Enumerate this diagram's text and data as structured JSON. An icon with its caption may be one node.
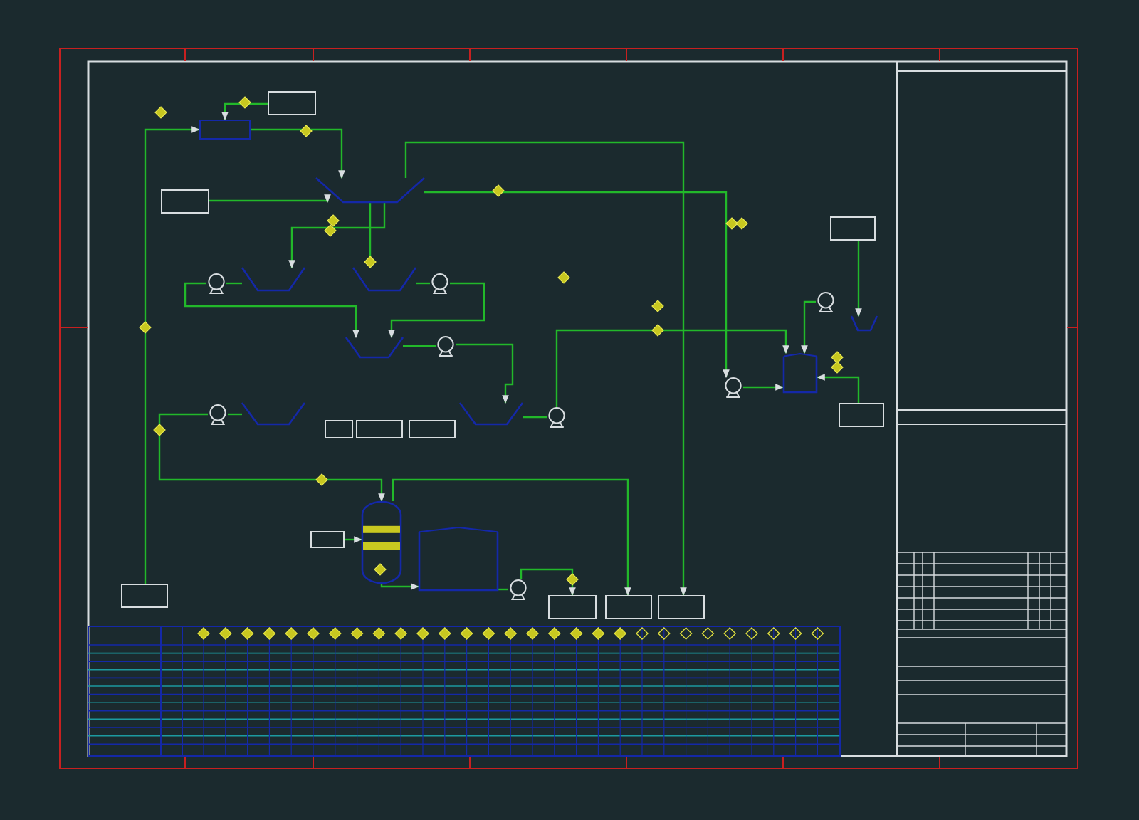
{
  "diagram": {
    "nodes": [
      {
        "text": [],
        "shape": "box"
      },
      {
        "text": [],
        "shape": "box"
      },
      {
        "text": [],
        "shape": "trapezoid"
      },
      {
        "text": [],
        "shape": "box"
      },
      {
        "text": [],
        "shape": "trapezoid"
      },
      {
        "text": [],
        "shape": "pump"
      },
      {
        "text": [],
        "shape": "trapezoid"
      },
      {
        "text": [],
        "shape": "pump"
      },
      {
        "text": [],
        "shape": "trapezoid"
      },
      {
        "text": [],
        "shape": "pump"
      },
      {
        "text": [],
        "shape": "pump"
      },
      {
        "text": [],
        "shape": "trapezoid"
      },
      {
        "text": [],
        "shape": "box"
      },
      {
        "text": [],
        "shape": "box"
      },
      {
        "text": [],
        "shape": "box"
      },
      {
        "text": [],
        "shape": "trapezoid"
      },
      {
        "text": [],
        "shape": "pump"
      },
      {
        "text": [],
        "shape": "box"
      },
      {
        "text": [],
        "shape": "column"
      },
      {
        "text": [],
        "shape": "box"
      },
      {
        "text": [],
        "shape": "tank"
      },
      {
        "text": [],
        "shape": "pump"
      },
      {
        "text": [],
        "shape": "box"
      },
      {
        "text": [],
        "shape": "box"
      },
      {
        "text": [],
        "shape": "box"
      },
      {
        "text": [],
        "shape": "pump"
      },
      {
        "text": [],
        "shape": "tank"
      },
      {
        "text": [],
        "shape": "pump"
      },
      {
        "text": [],
        "shape": "box"
      },
      {
        "text": [],
        "shape": "trapezoid"
      },
      {
        "text": [],
        "shape": "box"
      }
    ],
    "edges": [
      {
        "from": 0,
        "to": 1,
        "arrow": "to"
      },
      {
        "from": 1,
        "to": 2,
        "arrow": "to"
      },
      {
        "from": 17,
        "to": 1,
        "arrow": "to"
      },
      {
        "from": 3,
        "to": 2,
        "arrow": "to"
      },
      {
        "from": 2,
        "to": 4,
        "arrow": "to"
      },
      {
        "from": 2,
        "to": 6,
        "arrow": "to"
      },
      {
        "from": 4,
        "to": 5,
        "arrow": "none"
      },
      {
        "from": 6,
        "to": 7,
        "arrow": "none"
      },
      {
        "from": 5,
        "to": 8,
        "arrow": "to"
      },
      {
        "from": 7,
        "to": 8,
        "arrow": "to"
      },
      {
        "from": 9,
        "to": 15,
        "arrow": "to"
      },
      {
        "from": 11,
        "to": 10,
        "arrow": "none"
      },
      {
        "from": 10,
        "to": 18,
        "arrow": "to"
      },
      {
        "from": 15,
        "to": 16,
        "arrow": "none"
      },
      {
        "from": 16,
        "to": 26,
        "arrow": "to"
      },
      {
        "from": 20,
        "to": 21,
        "arrow": "none"
      },
      {
        "from": 21,
        "to": 22,
        "arrow": "to"
      },
      {
        "from": 18,
        "to": 20,
        "arrow": "to"
      },
      {
        "from": 19,
        "to": 18,
        "arrow": "to"
      },
      {
        "from": 18,
        "to": 23,
        "arrow": "to"
      },
      {
        "from": 2,
        "to": 24,
        "arrow": "to"
      },
      {
        "from": 25,
        "to": 26,
        "arrow": "to"
      },
      {
        "from": 27,
        "to": 26,
        "arrow": "to"
      },
      {
        "from": 28,
        "to": 29,
        "arrow": "to"
      },
      {
        "from": 30,
        "to": 26,
        "arrow": "to"
      },
      {
        "from": 2,
        "to": 25,
        "arrow": "to"
      },
      {
        "from": 8,
        "to": 9,
        "arrow": "none"
      }
    ]
  }
}
